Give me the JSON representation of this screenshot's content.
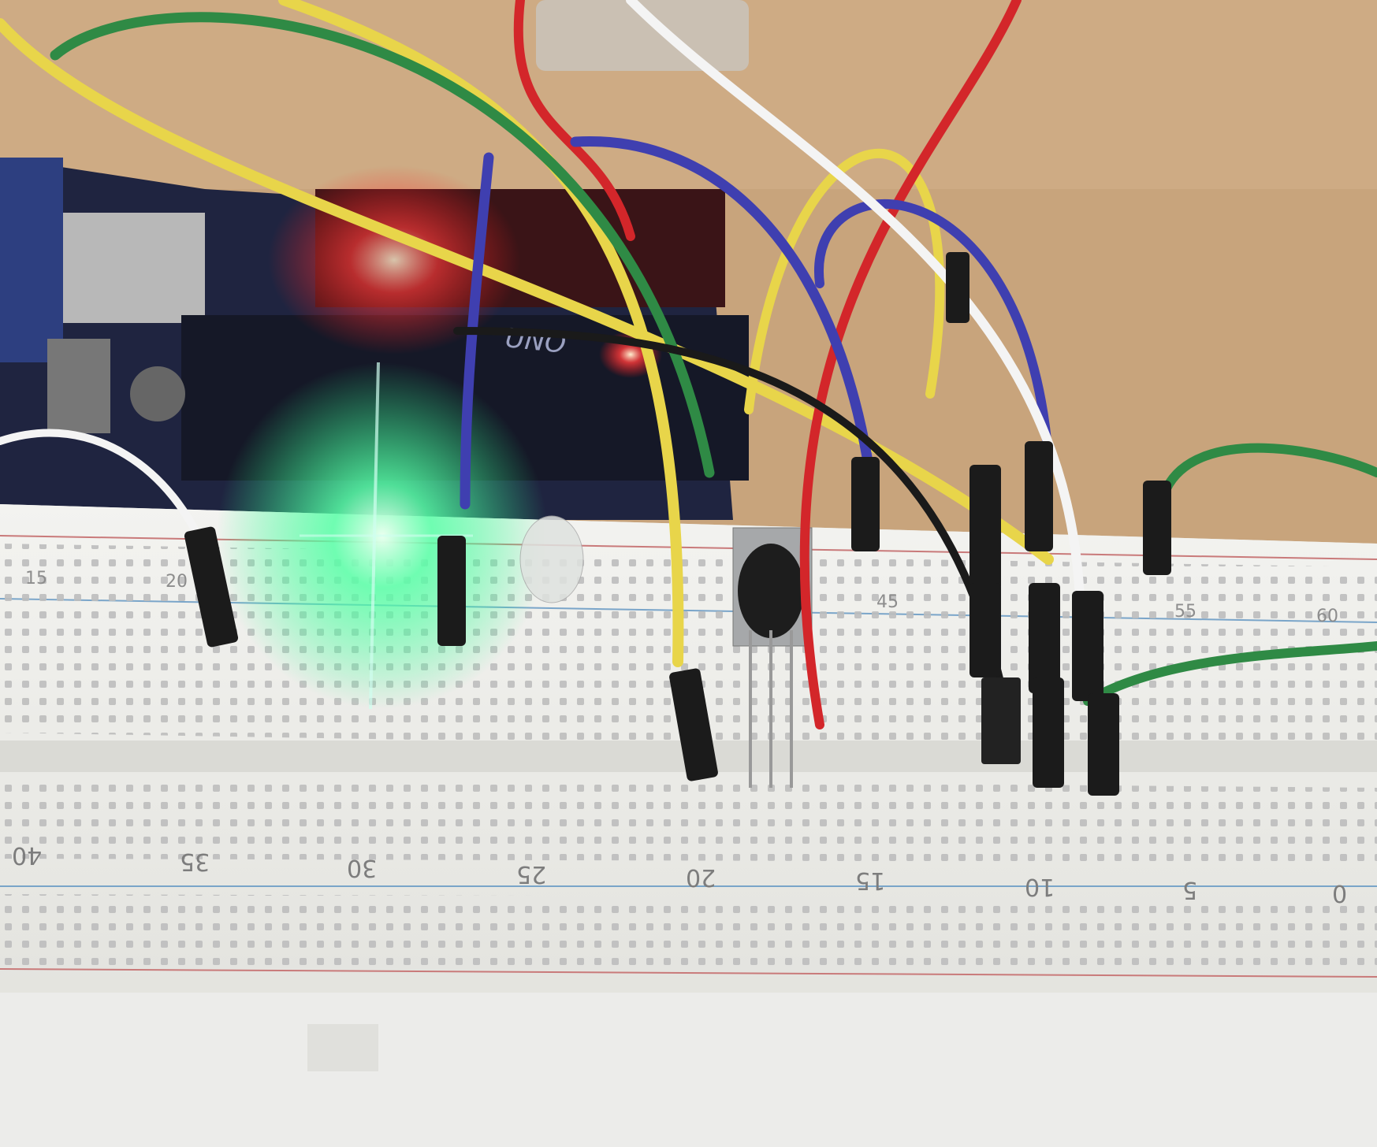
{
  "scene": {
    "colors": {
      "table": "#c9a47d",
      "breadboard": "#e9e9e5",
      "arduino_board": "#2a2f4a",
      "led_glow_red": "#ff2a2a",
      "led_glow_green": "#3dff9a",
      "wire_yellow": "#e8d54a",
      "wire_green": "#2f8a45",
      "wire_red": "#d3262a",
      "wire_blue": "#3f3fb0",
      "wire_white": "#f4f4f4",
      "wire_black": "#1a1a1a"
    },
    "board_label": "UNO",
    "top_rail_numbers": [
      "15",
      "20",
      "45",
      "55",
      "60"
    ],
    "bottom_row_numbers": [
      "40",
      "35",
      "30",
      "25",
      "20",
      "15",
      "10",
      "5",
      "0"
    ]
  }
}
